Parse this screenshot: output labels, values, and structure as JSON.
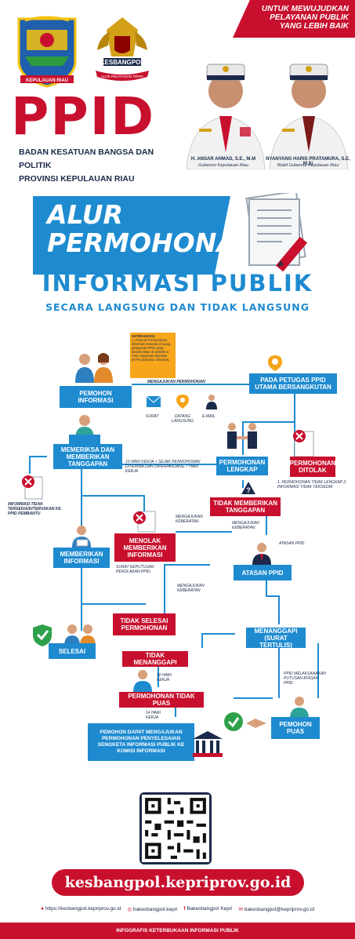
{
  "header": {
    "tagline_lines": [
      "UNTUK MEWUJUDKAN",
      "PELAYANAN PUBLIK",
      "YANG LEBIH BAIK"
    ],
    "logo_riau_caption": "KEPULAUAN RIAU",
    "logo_kes_label": "KESBANGPOL",
    "logo_kes_motto": "ALUR PELAYANAN TEPAT",
    "ppid": "PPID",
    "badan_line1": "BADAN KESATUAN BANGSA DAN POLITIK",
    "badan_line2": "PROVINSI KEPULAUAN RIAU",
    "official1_name": "H. ANSAR AHMAD, S.E., M.M",
    "official1_role": "Gubernur Kepulauan Riau",
    "official2_name": "NYANYANG HARIS PRATAMURA, S.E, M.Si",
    "official2_role": "Wakil Gubernur Kepulauan Riau"
  },
  "title": {
    "alur_line1": "ALUR",
    "alur_line2": "PERMOHONAN",
    "info": "INFORMASI PUBLIK",
    "sub": "SECARA LANGSUNG DAN TIDAK LANGSUNG"
  },
  "flow": {
    "note_title": "KETERANGAN",
    "note_body": "1. Formulir Permohonan informasi tersedia di ruang pelayanan PPID yang dicantumkan di website 2. Foto copy/scan identitas (KTP) pemohon informasi",
    "mengajukan": "MENGAJUKAN PERMOHONAN",
    "pemohon": "PEMOHON INFORMASI",
    "petugas": "PADA PETUGAS PPID UTAMA BERSANGKUTAN",
    "ch_surat": "SURAT",
    "ch_datang": "DATANG LANGSUNG",
    "ch_email": "E-MAIL",
    "memeriksa": "MEMERIKSA DAN MEMBERIKAN TANGGAPAN",
    "lengkap": "PERMOHONAN LENGKAP",
    "ditolak": "PERMOHONAN DITOLAK",
    "ditolak_note": "1. PERMOHONAN TIDAK LENGKAP 2. INFORMASI TIDAK TERSEDIA",
    "tersedia_note": "INFORMASI TIDAK TERSEDIA/DITERUSKAN KE PPID PEMBANTU",
    "hari10": "10 HARI KERJA + SEJAK PERMOHONAN DITERIMA DAN DIPERPANJANG 7 HARI KERJA",
    "tidak_tanggapan": "TIDAK MEMBERIKAN TANGGAPAN",
    "pengajuan_keberatan": "MENGAJUKAN KEBERATAN",
    "menolak": "MENOLAK MEMBERIKAN INFORMASI",
    "surat_keputusan": "SURAT KEPUTUSAN PENOLAKAN PPID",
    "mengajukan_keberatan2": "MENGAJUKAN KEBERATAN",
    "atasan_label": "ATASAN PPID",
    "memberikan": "MEMBERIKAN INFORMASI",
    "atasan": "ATASAN PPID",
    "mengajukan_keberatan3": "MENGAJUKAN KEBERATAN",
    "tidak_selesai": "TIDAK SELESAI PERMOHONAN",
    "selesai": "SELESAI",
    "menanggapi": "MENANGGAPI (SURAT TERTULIS)",
    "tidak_menanggapi": "TIDAK MENANGGAPI",
    "hari30": "30 HARI KERJA",
    "ppid_putusan": "PPID MELAKSANAKAN PUTUSAN ATASAN PPID",
    "tidak_puas": "PERMOHONAN TIDAK PUAS",
    "hari14": "14 HARI KERJA",
    "sengketa": "PEMOHON DAPAT MENGAJUKAN PERMOHONAN PENYELESAIAN SENGKETA INFORMASI PUBLIK KE KOMISI INFORMASI",
    "puas": "PEMOHON PUAS"
  },
  "footer": {
    "url": "kesbangpol.kepriprov.go.id",
    "social_web": "https://kesbangpol.kepriprov.go.id",
    "social_ig": "bakesbangpol.kepri",
    "social_fb": "Bakesbangpol Kepri",
    "social_mail": "bakesbangpol@kepriprov.go.id",
    "bottom": "INFOGRAFIS KETERBUKAAN INFORMASI PUBLIK"
  }
}
